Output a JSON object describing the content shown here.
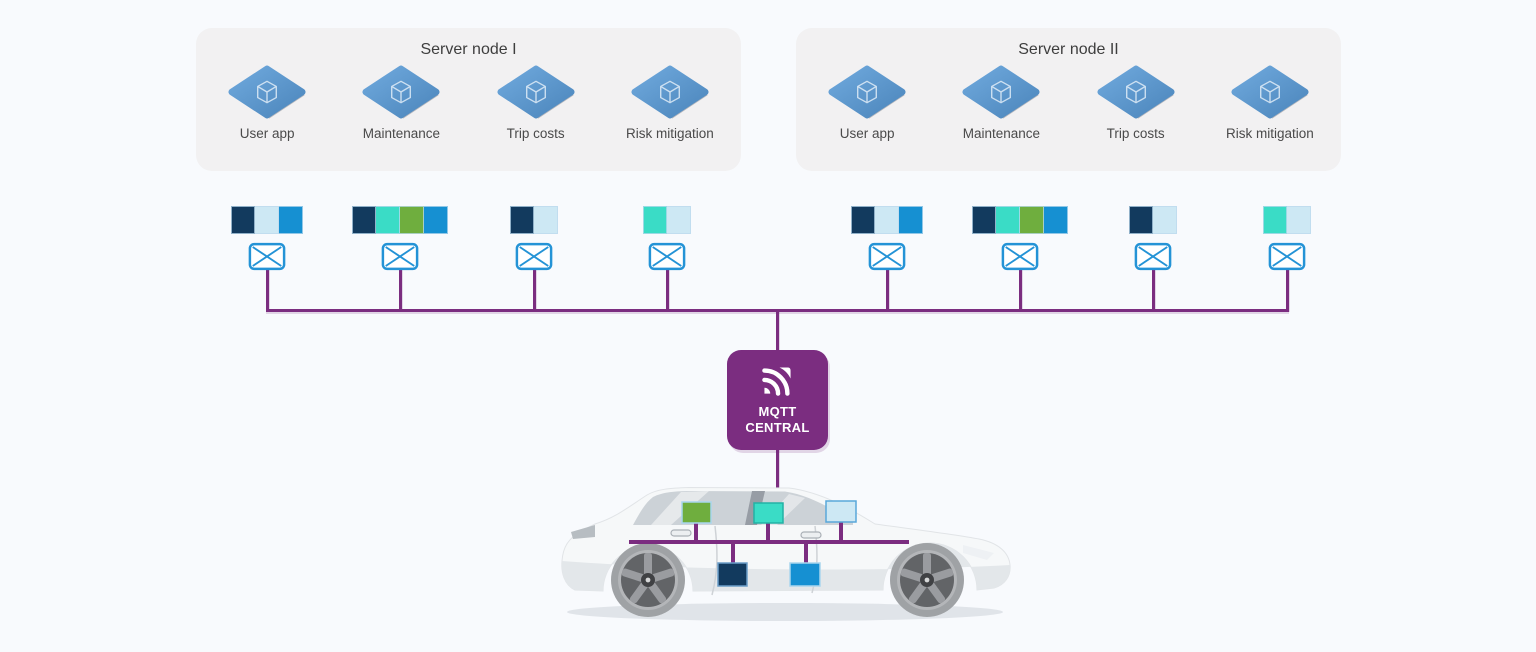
{
  "page": {
    "background": "#f8fafd"
  },
  "palette": {
    "navy": "#123a5e",
    "teal": "#3adcc6",
    "green": "#6fae3e",
    "blue": "#1690d2",
    "pale_blue": "#cde8f4",
    "purple": "#7b2d80",
    "panel_bg": "#f2f1f2",
    "diamond_blue": "#5b9cd6",
    "envelope_blue": "#2493d6"
  },
  "panels": [
    {
      "title": "Server node I",
      "apps": [
        {
          "label": "User app",
          "chips": [
            "navy",
            "pale_blue",
            "blue"
          ]
        },
        {
          "label": "Maintenance",
          "chips": [
            "navy",
            "teal",
            "green",
            "blue"
          ]
        },
        {
          "label": "Trip costs",
          "chips": [
            "navy",
            "pale_blue"
          ]
        },
        {
          "label": "Risk mitigation",
          "chips": [
            "teal",
            "pale_blue"
          ]
        }
      ]
    },
    {
      "title": "Server node II",
      "apps": [
        {
          "label": "User app",
          "chips": [
            "navy",
            "pale_blue",
            "blue"
          ]
        },
        {
          "label": "Maintenance",
          "chips": [
            "navy",
            "teal",
            "green",
            "blue"
          ]
        },
        {
          "label": "Trip costs",
          "chips": [
            "navy",
            "pale_blue"
          ]
        },
        {
          "label": "Risk mitigation",
          "chips": [
            "teal",
            "pale_blue"
          ]
        }
      ]
    }
  ],
  "broker": {
    "line1": "MQTT",
    "line2": "CENTRAL"
  },
  "car": {
    "sensors_above_bus": [
      "green",
      "teal",
      "pale_blue"
    ],
    "sensors_below_bus": [
      "navy",
      "blue"
    ]
  }
}
